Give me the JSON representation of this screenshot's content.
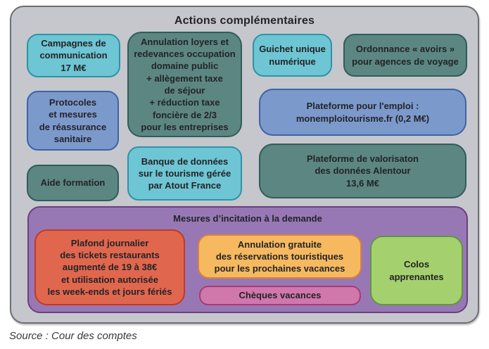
{
  "header": {
    "title": "Actions complémentaires"
  },
  "footer": {
    "source": "Source : Cour des comptes"
  },
  "palette": {
    "gray": {
      "fill": "#c5c7cd",
      "border": "#6e6f72"
    },
    "cyan": {
      "fill": "#6ec5d3",
      "border": "#2e93a6"
    },
    "blue": {
      "fill": "#7c99cc",
      "border": "#3f63a5"
    },
    "teal": {
      "fill": "#5c8682",
      "border": "#2f5d58"
    },
    "purple": {
      "fill": "#9778b5",
      "border": "#6b3f7e"
    },
    "red": {
      "fill": "#e0674e",
      "border": "#be3b24"
    },
    "orange": {
      "fill": "#f6b95f",
      "border": "#d8813b"
    },
    "pink": {
      "fill": "#d077ac",
      "border": "#aa3a74"
    },
    "green": {
      "fill": "#a5d06e",
      "border": "#61953f"
    },
    "text": "#232327"
  },
  "boxes": {
    "main_panel": {
      "color": "gray"
    },
    "campagnes": {
      "color": "cyan",
      "text": "Campagnes de\ncommunication\n17 M€"
    },
    "protocoles": {
      "color": "blue",
      "text": "Protocoles\net mesures\nde réassurance\nsanitaire"
    },
    "aide_formation": {
      "color": "teal",
      "text": "Aide formation"
    },
    "annulation_loyers": {
      "color": "teal",
      "text": "Annulation loyers et\nredevances occupation\ndomaine public\n+ allègement taxe\nde séjour\n+ réduction taxe\nfoncière de 2/3\npour les entreprises"
    },
    "banque_donnees": {
      "color": "cyan",
      "text": "Banque de données\nsur le tourisme gérée\npar Atout France"
    },
    "guichet_unique": {
      "color": "cyan",
      "text": "Guichet unique\nnumérique"
    },
    "ordonnance_avoirs": {
      "color": "teal",
      "text": "Ordonnance « avoirs »\npour agences de voyage"
    },
    "plateforme_emploi": {
      "color": "blue",
      "text": "Plateforme pour l'emploi :\nmonemploitourisme.fr (0,2 M€)"
    },
    "plateforme_valorisation": {
      "color": "teal",
      "text": "Plateforme de valorisaton\ndes données Alentour\n13,6 M€"
    },
    "mesures_incitation": {
      "color": "purple",
      "title": "Mesures d’incitation à la demande"
    },
    "plafond_tickets": {
      "color": "red",
      "text": "Plafond journalier\ndes tickets restaurants\naugmenté de 19 à 38€\net utilisation autorisée\nles week-ends et jours fériés"
    },
    "annulation_gratuite": {
      "color": "orange",
      "text": "Annulation gratuite\ndes réservations touristiques\npour les prochaines vacances"
    },
    "cheques_vacances": {
      "color": "pink",
      "text": "Chèques vacances"
    },
    "colos_apprenantes": {
      "color": "green",
      "text": "Colos\napprenantes"
    }
  }
}
